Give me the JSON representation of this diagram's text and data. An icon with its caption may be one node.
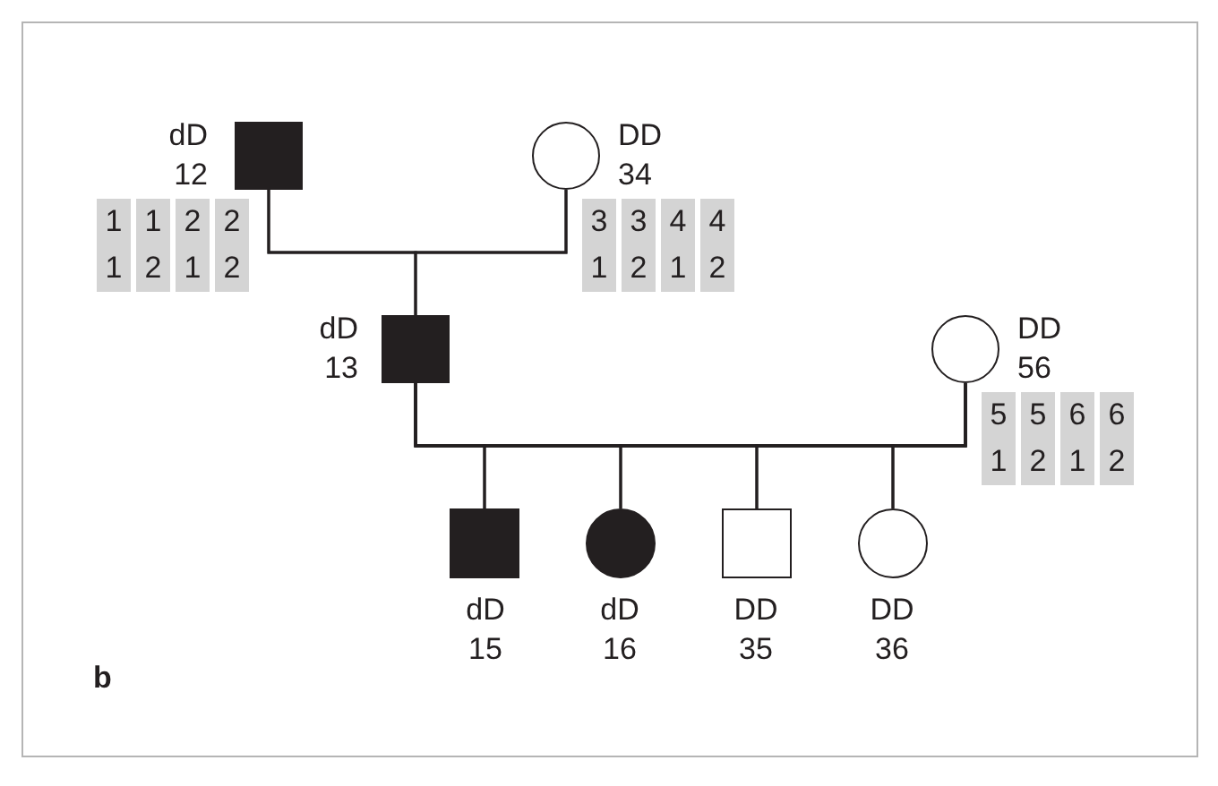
{
  "diagram": {
    "nodes": [
      {
        "text": [],
        "shape": "box",
        "beside": [
          "dD",
          "12"
        ]
      },
      {
        "text": [],
        "shape": "circle",
        "beside": [
          "DD",
          "34"
        ]
      },
      {
        "text": [],
        "shape": "box",
        "beside": [
          "dD",
          "13"
        ]
      },
      {
        "text": [],
        "shape": "circle",
        "beside": [
          "DD",
          "56"
        ]
      },
      {
        "text": [],
        "shape": "box",
        "beside": [
          "dD",
          "15"
        ]
      },
      {
        "text": [],
        "shape": "circle",
        "beside": [
          "dD",
          "16"
        ]
      },
      {
        "text": [],
        "shape": "box",
        "beside": [
          "DD",
          "35"
        ]
      },
      {
        "text": [],
        "shape": "circle",
        "beside": [
          "DD",
          "36"
        ]
      }
    ],
    "edges": [
      {
        "from": 0,
        "to": 1,
        "arrow": "none"
      },
      {
        "from": 0,
        "to": 2,
        "arrow": "none"
      },
      {
        "from": 1,
        "to": 2,
        "arrow": "none"
      },
      {
        "from": 2,
        "to": 3,
        "arrow": "none"
      },
      {
        "from": 2,
        "to": 4,
        "arrow": "none"
      },
      {
        "from": 2,
        "to": 5,
        "arrow": "none"
      },
      {
        "from": 2,
        "to": 6,
        "arrow": "none"
      },
      {
        "from": 2,
        "to": 7,
        "arrow": "none"
      },
      {
        "from": 3,
        "to": 4,
        "arrow": "none"
      },
      {
        "from": 3,
        "to": 5,
        "arrow": "none"
      },
      {
        "from": 3,
        "to": 6,
        "arrow": "none"
      },
      {
        "from": 3,
        "to": 7,
        "arrow": "none"
      }
    ],
    "labels": [
      "1",
      "1",
      "2",
      "2",
      "1",
      "2",
      "1",
      "2",
      "3",
      "3",
      "4",
      "4",
      "1",
      "2",
      "1",
      "2",
      "5",
      "5",
      "6",
      "6",
      "1",
      "2",
      "1",
      "2",
      "b"
    ]
  }
}
